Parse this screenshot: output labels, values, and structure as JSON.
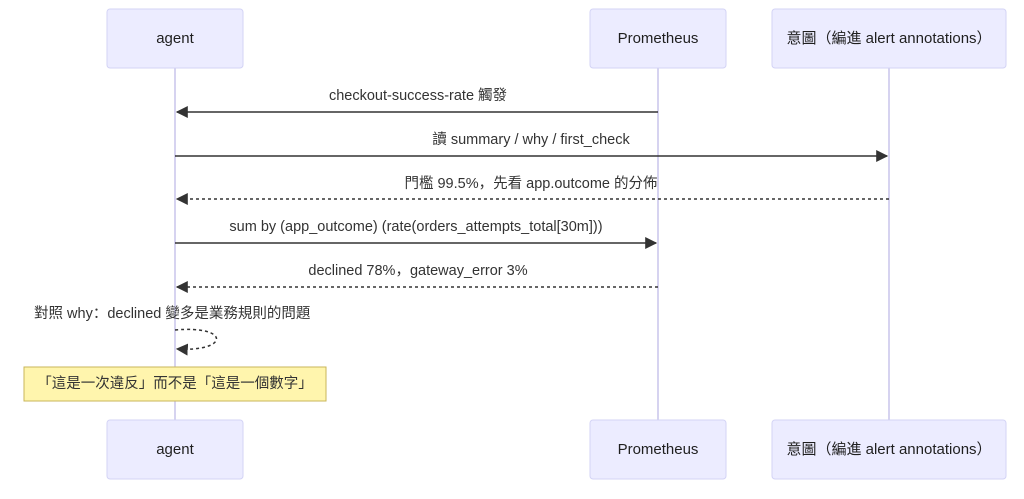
{
  "participants": [
    {
      "id": "agent",
      "label": "agent"
    },
    {
      "id": "prom",
      "label": "Prometheus"
    },
    {
      "id": "intent",
      "label": "意圖（編進 alert annotations）"
    }
  ],
  "messages": [
    {
      "from": "prom",
      "to": "agent",
      "label": "checkout-success-rate 觸發",
      "style": "solid"
    },
    {
      "from": "agent",
      "to": "intent",
      "label": "讀 summary / why / first_check",
      "style": "solid"
    },
    {
      "from": "intent",
      "to": "agent",
      "label": "門檻 99.5%，先看 app.outcome 的分佈",
      "style": "dashed"
    },
    {
      "from": "agent",
      "to": "prom",
      "label": "sum by (app_outcome) (rate(orders_attempts_total[30m]))",
      "style": "solid"
    },
    {
      "from": "prom",
      "to": "agent",
      "label": "declined 78%，gateway_error 3%",
      "style": "dashed"
    },
    {
      "from": "agent",
      "to": "agent",
      "label": "對照 why：declined 變多是業務規則的問題",
      "style": "dashed"
    }
  ],
  "note": {
    "over": "agent",
    "text": "「這是一次違反」而不是「這是一個數字」"
  },
  "colors": {
    "actor_fill": "#ececff",
    "actor_border": "#d3d3f5",
    "lifeline": "#d6d3f0",
    "arrow": "#333333",
    "note_fill": "#fff5ad",
    "note_border": "#c8b65a"
  }
}
